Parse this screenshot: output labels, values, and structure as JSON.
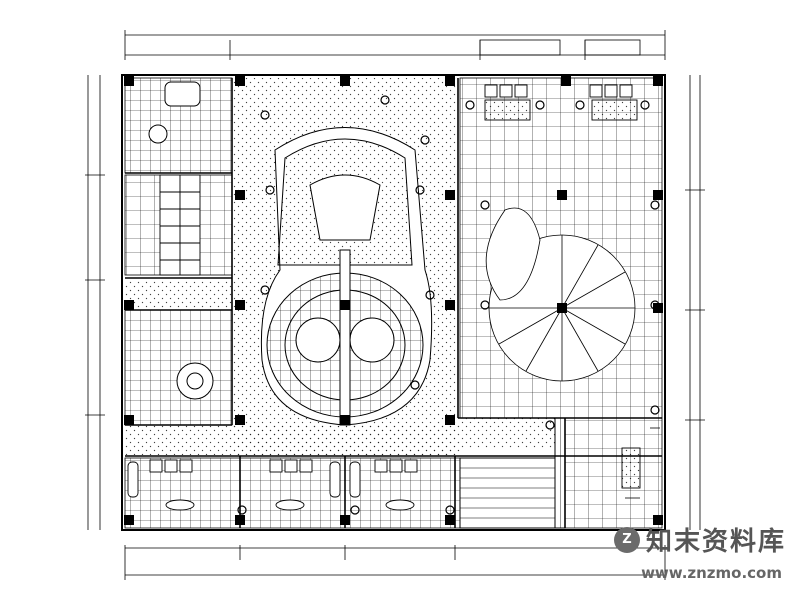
{
  "watermark": {
    "brand": "知末资料库",
    "url": "www.znzmo.com",
    "logo_glyph": "Z"
  },
  "colors": {
    "line": "#000000",
    "watermark": "#555555"
  }
}
